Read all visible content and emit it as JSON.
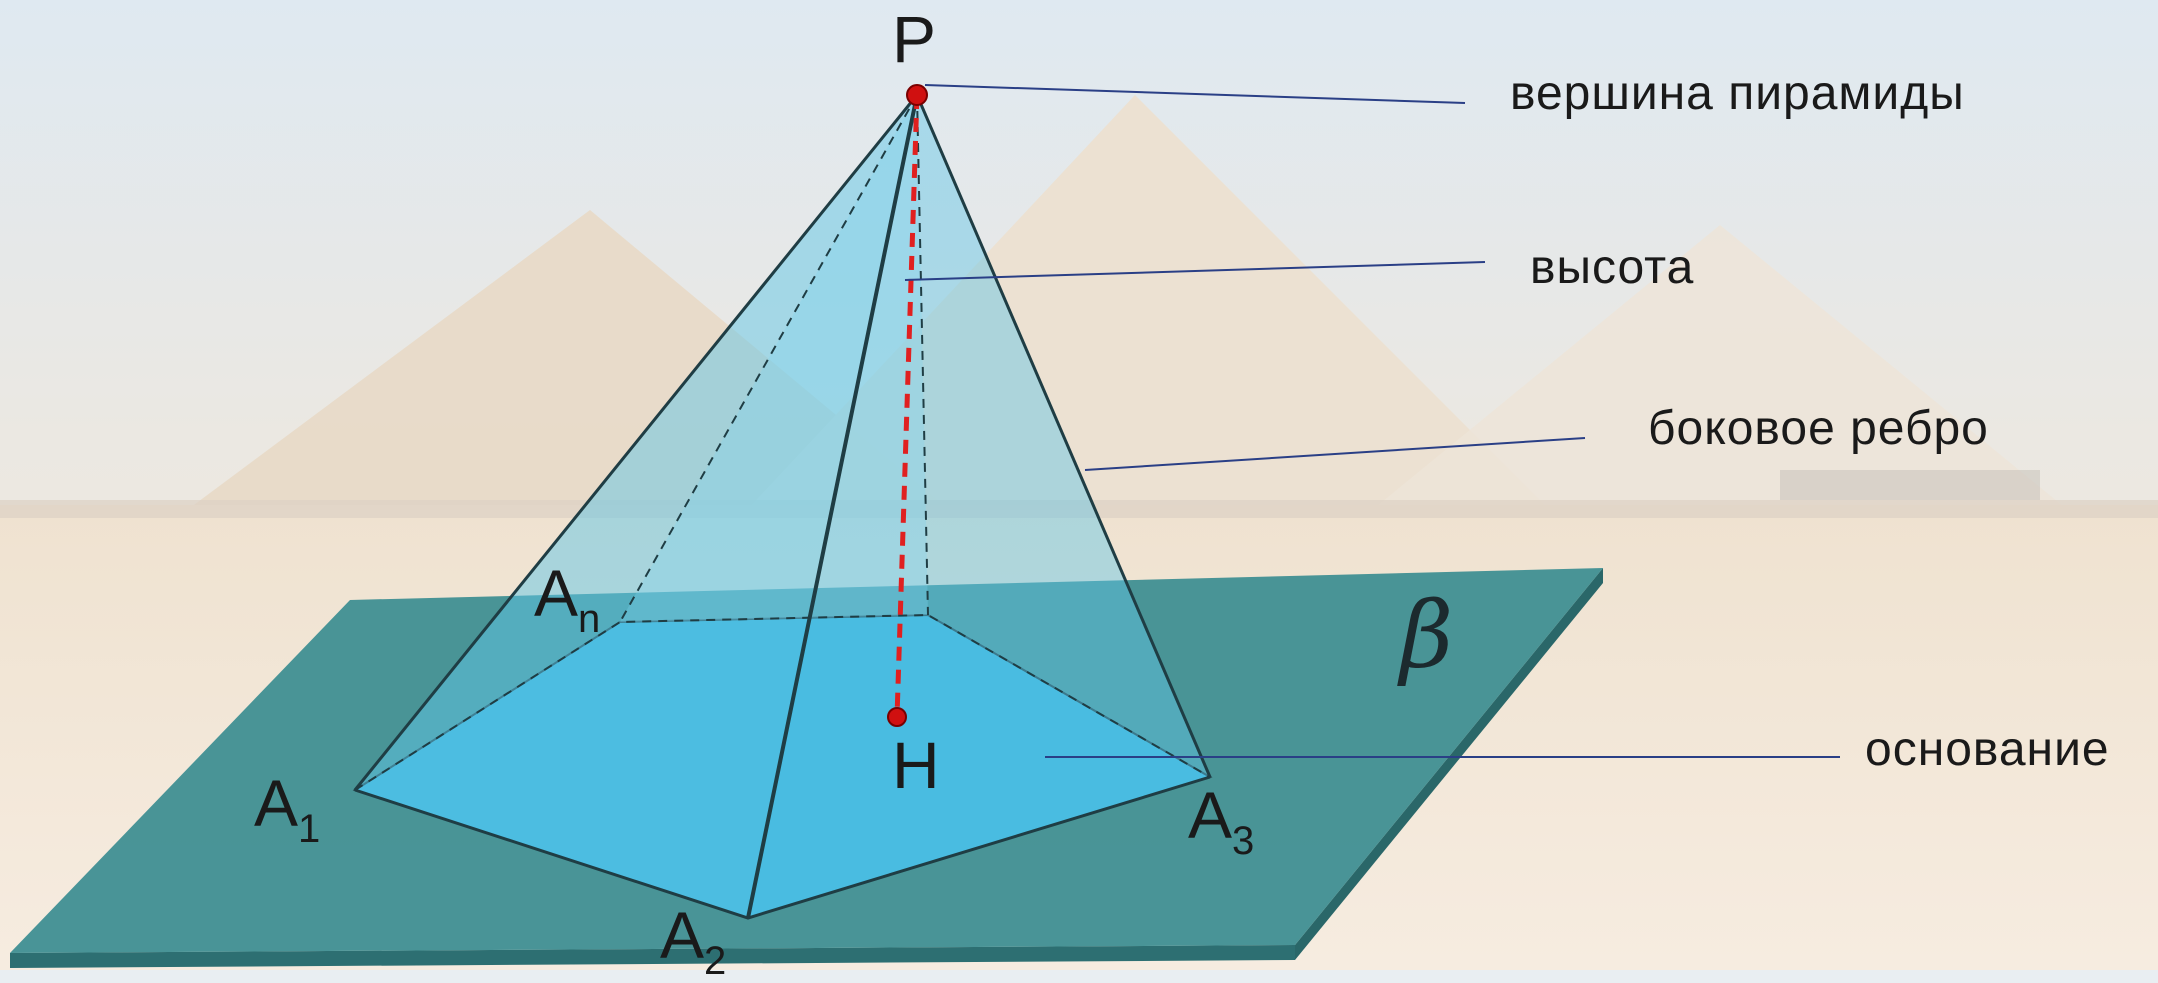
{
  "labels": {
    "apex_point": "P",
    "foot_point": "H",
    "plane": "β",
    "vertices": [
      {
        "letter": "A",
        "index": "1"
      },
      {
        "letter": "A",
        "index": "2"
      },
      {
        "letter": "A",
        "index": "3"
      },
      {
        "letter": "A",
        "index": "n"
      }
    ]
  },
  "callouts": {
    "apex": "вершина пирамиды",
    "height": "высота",
    "lateral_edge": "боковое ребро",
    "base": "основание"
  },
  "colors": {
    "plane": "#3f8f92",
    "base_face": "#38b5dd",
    "lateral_faces": "#5fc6e6",
    "height_line": "#e02020",
    "points": "#d01010",
    "edges": "#1f3d44",
    "callout_lines": "#2a3f86"
  }
}
